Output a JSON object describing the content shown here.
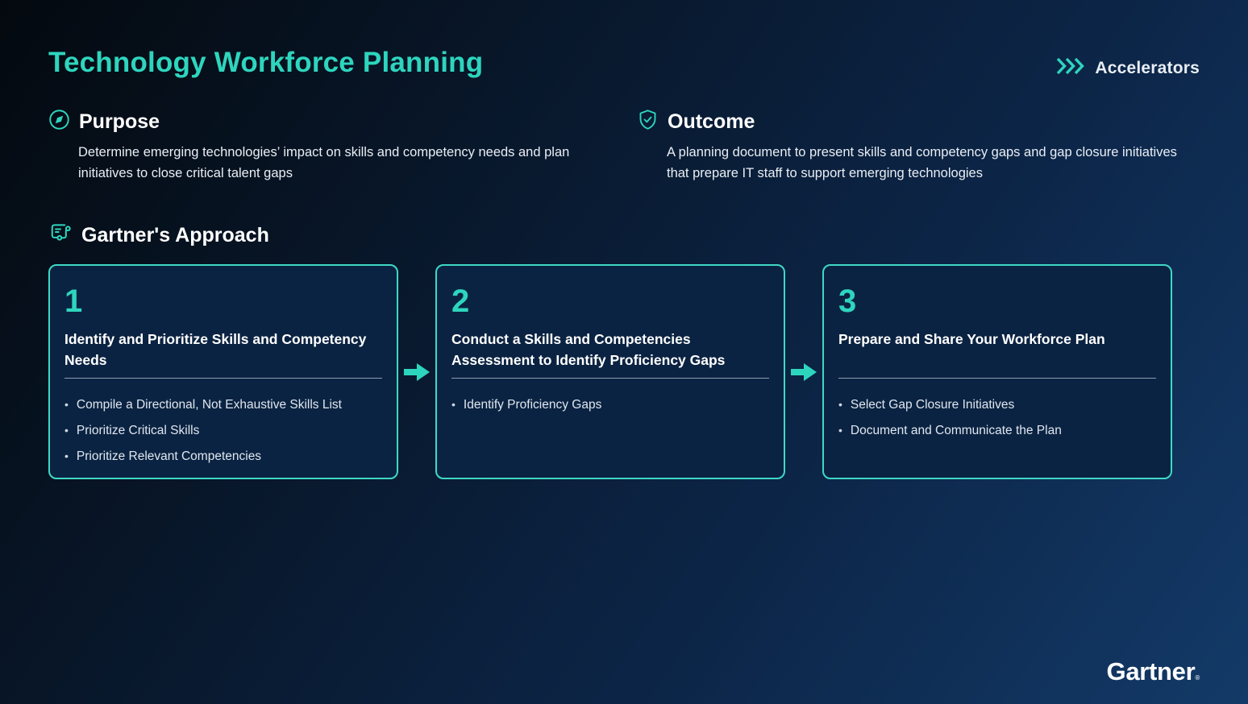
{
  "page": {
    "title": "Technology Workforce Planning"
  },
  "brand": {
    "accelerators_label": "Accelerators",
    "gartner_wordmark": "Gartner",
    "registered_mark": "®"
  },
  "colors": {
    "accent_teal": "#2ED5BE",
    "card_border_teal": "#3FD8C5",
    "card_background": "#0b2342",
    "background_dark": "#04090f",
    "background_light": "#133A68",
    "text_white": "#ffffff",
    "text_muted": "#e9eef4"
  },
  "icons": {
    "purpose": "compass-icon",
    "outcome": "shield-check-icon",
    "approach": "flowchart-note-icon",
    "step_connector": "arrow-right-icon",
    "accelerators": "triple-chevron-icon"
  },
  "sections": {
    "purpose": {
      "heading": "Purpose",
      "body": "Determine emerging technologies’ impact on skills and competency needs and plan initiatives to close critical talent gaps"
    },
    "outcome": {
      "heading": "Outcome",
      "body": "A planning document to present skills and competency gaps and gap closure initiatives that prepare IT staff to support emerging technologies"
    },
    "approach": {
      "heading": "Gartner's Approach"
    }
  },
  "steps": [
    {
      "number": "1",
      "title": "Identify and Prioritize Skills and Competency Needs",
      "bullets": [
        "Compile a Directional, Not Exhaustive Skills List",
        "Prioritize Critical Skills",
        "Prioritize Relevant Competencies"
      ]
    },
    {
      "number": "2",
      "title": "Conduct a Skills and Competencies Assessment to Identify Proficiency Gaps",
      "bullets": [
        "Identify Proficiency Gaps"
      ]
    },
    {
      "number": "3",
      "title": "Prepare and Share Your Workforce Plan",
      "bullets": [
        "Select Gap Closure Initiatives",
        "Document and Communicate the Plan"
      ]
    }
  ]
}
